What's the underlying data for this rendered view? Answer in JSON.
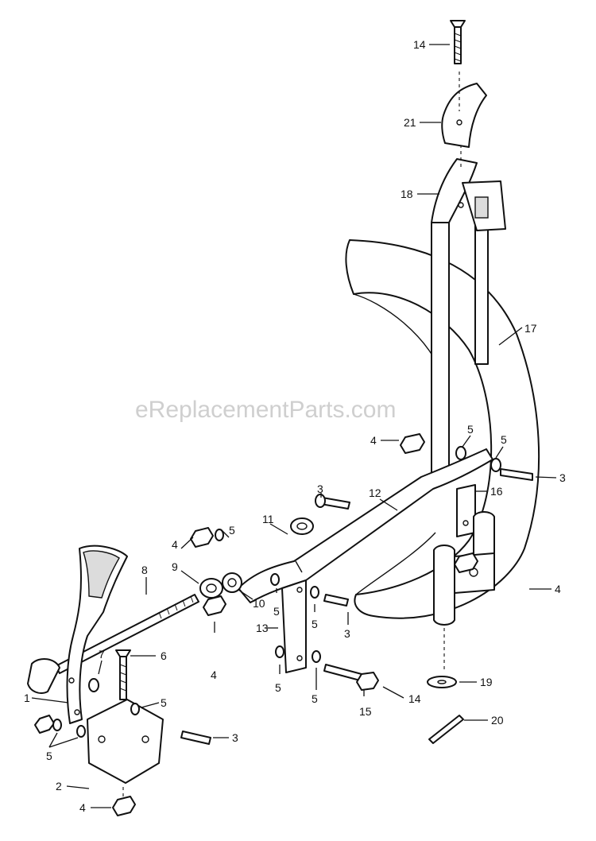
{
  "watermark": "eReplacementParts.com",
  "callouts": {
    "c14a": "14",
    "c21": "21",
    "c18": "18",
    "c17": "17",
    "c4a": "4",
    "c5a": "5",
    "c5b": "5",
    "c3a": "3",
    "c16": "16",
    "c3b": "3",
    "c12": "12",
    "c11": "11",
    "c4b": "4",
    "c5c": "5",
    "c8": "8",
    "c9": "9",
    "c10": "10",
    "c5d": "5",
    "c13": "13",
    "c5e": "5",
    "c3c": "3",
    "c4c": "4",
    "c4d": "4",
    "c5f": "5",
    "c5g": "5",
    "c14b": "14",
    "c15": "15",
    "c19": "19",
    "c20": "20",
    "c7": "7",
    "c6": "6",
    "c1": "1",
    "c5h": "5",
    "c3d": "3",
    "c5i": "5",
    "c2": "2",
    "c4e": "4"
  }
}
